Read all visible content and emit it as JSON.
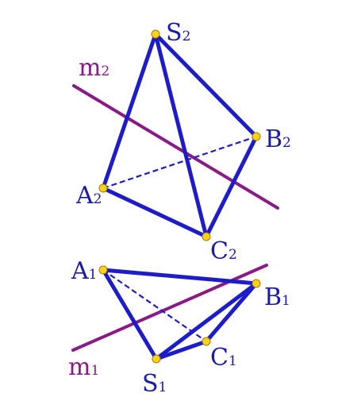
{
  "colors": {
    "edge": "#1c1cc8",
    "line_m": "#8a1a86",
    "point": "#ffd21a"
  },
  "top_view": {
    "line_label": "m",
    "line_index": "2",
    "points": [
      {
        "name": "S",
        "index": "2"
      },
      {
        "name": "A",
        "index": "2"
      },
      {
        "name": "B",
        "index": "2"
      },
      {
        "name": "C",
        "index": "2"
      }
    ]
  },
  "bottom_view": {
    "line_label": "m",
    "line_index": "1",
    "points": [
      {
        "name": "A",
        "index": "1"
      },
      {
        "name": "B",
        "index": "1"
      },
      {
        "name": "C",
        "index": "1"
      },
      {
        "name": "S",
        "index": "1"
      }
    ]
  }
}
